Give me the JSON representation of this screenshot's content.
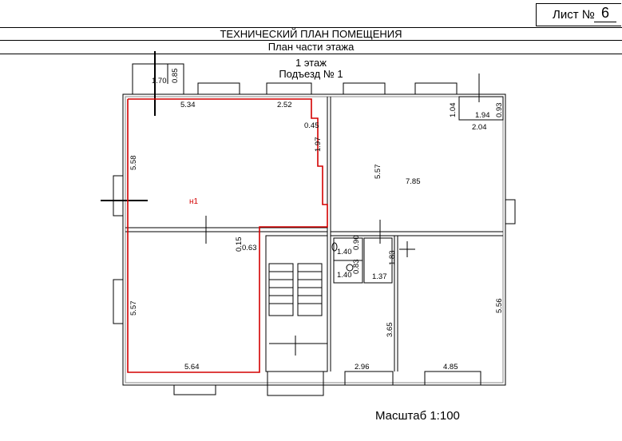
{
  "header": {
    "sheet_label": "Лист №",
    "sheet_number": "6",
    "title": "ТЕХНИЧЕСКИЙ ПЛАН ПОМЕЩЕНИЯ",
    "subtitle": "План части этажа"
  },
  "plan": {
    "floor": "1 этаж",
    "entrance": "Подъезд № 1",
    "room_label": "н1",
    "dimensions": [
      "1.70",
      "0.85",
      "5.34",
      "2.52",
      "0.45",
      "1.97",
      "5.58",
      "1.04",
      "1.94",
      "0.93",
      "2.04",
      "5.57",
      "7.85",
      "0.15",
      "0.63",
      "0.90",
      "1.40",
      "0.83",
      "1.40",
      "1.83",
      "1.37",
      "5.57",
      "3.65",
      "5.56",
      "5.64",
      "2.96",
      "4.85"
    ]
  },
  "footer": {
    "scale": "Масштаб 1:100"
  }
}
